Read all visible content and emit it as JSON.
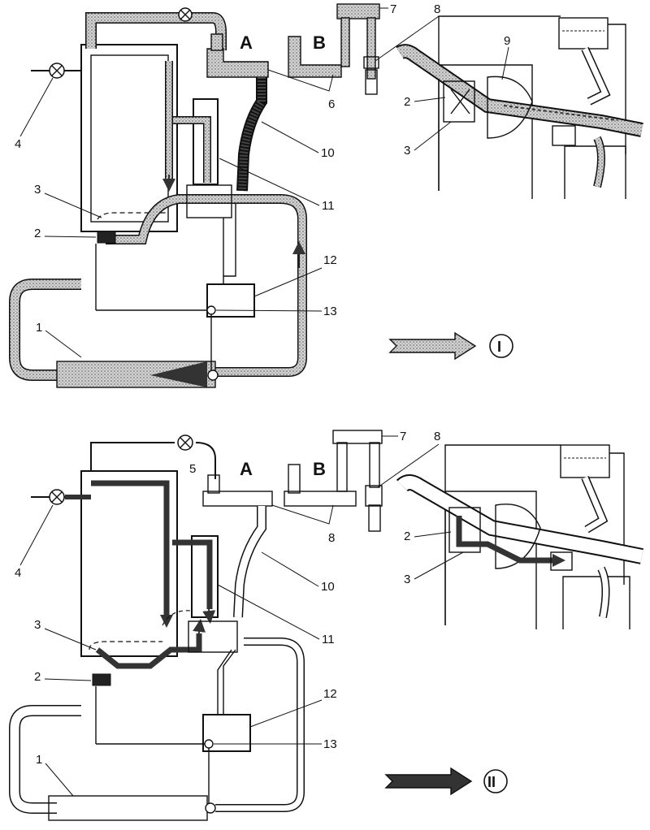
{
  "colors": {
    "ink": "#111111",
    "paper": "#ffffff",
    "stipple": "#8a8a8a",
    "dark_flow": "#3a3a3a"
  },
  "top_panel": {
    "letter_a": "A",
    "letter_b": "B",
    "callouts": {
      "n1": "1",
      "n2": "2",
      "n3": "3",
      "n4": "4",
      "n6": "6",
      "n7": "7",
      "n8": "8",
      "n10": "10",
      "n11": "11",
      "n12": "12",
      "n13": "13"
    },
    "inset_callouts": {
      "n2": "2",
      "n3": "3",
      "n9": "9"
    },
    "arrow_label": "I"
  },
  "bottom_panel": {
    "letter_a": "A",
    "letter_b": "B",
    "callouts": {
      "n1": "1",
      "n2": "2",
      "n3": "3",
      "n4": "4",
      "n5": "5",
      "n7": "7",
      "n8_right": "8",
      "n8_bracket": "8",
      "n10": "10",
      "n11": "11",
      "n12": "12",
      "n13": "13"
    },
    "inset_callouts": {
      "n2": "2",
      "n3": "3"
    },
    "arrow_label": "II"
  }
}
